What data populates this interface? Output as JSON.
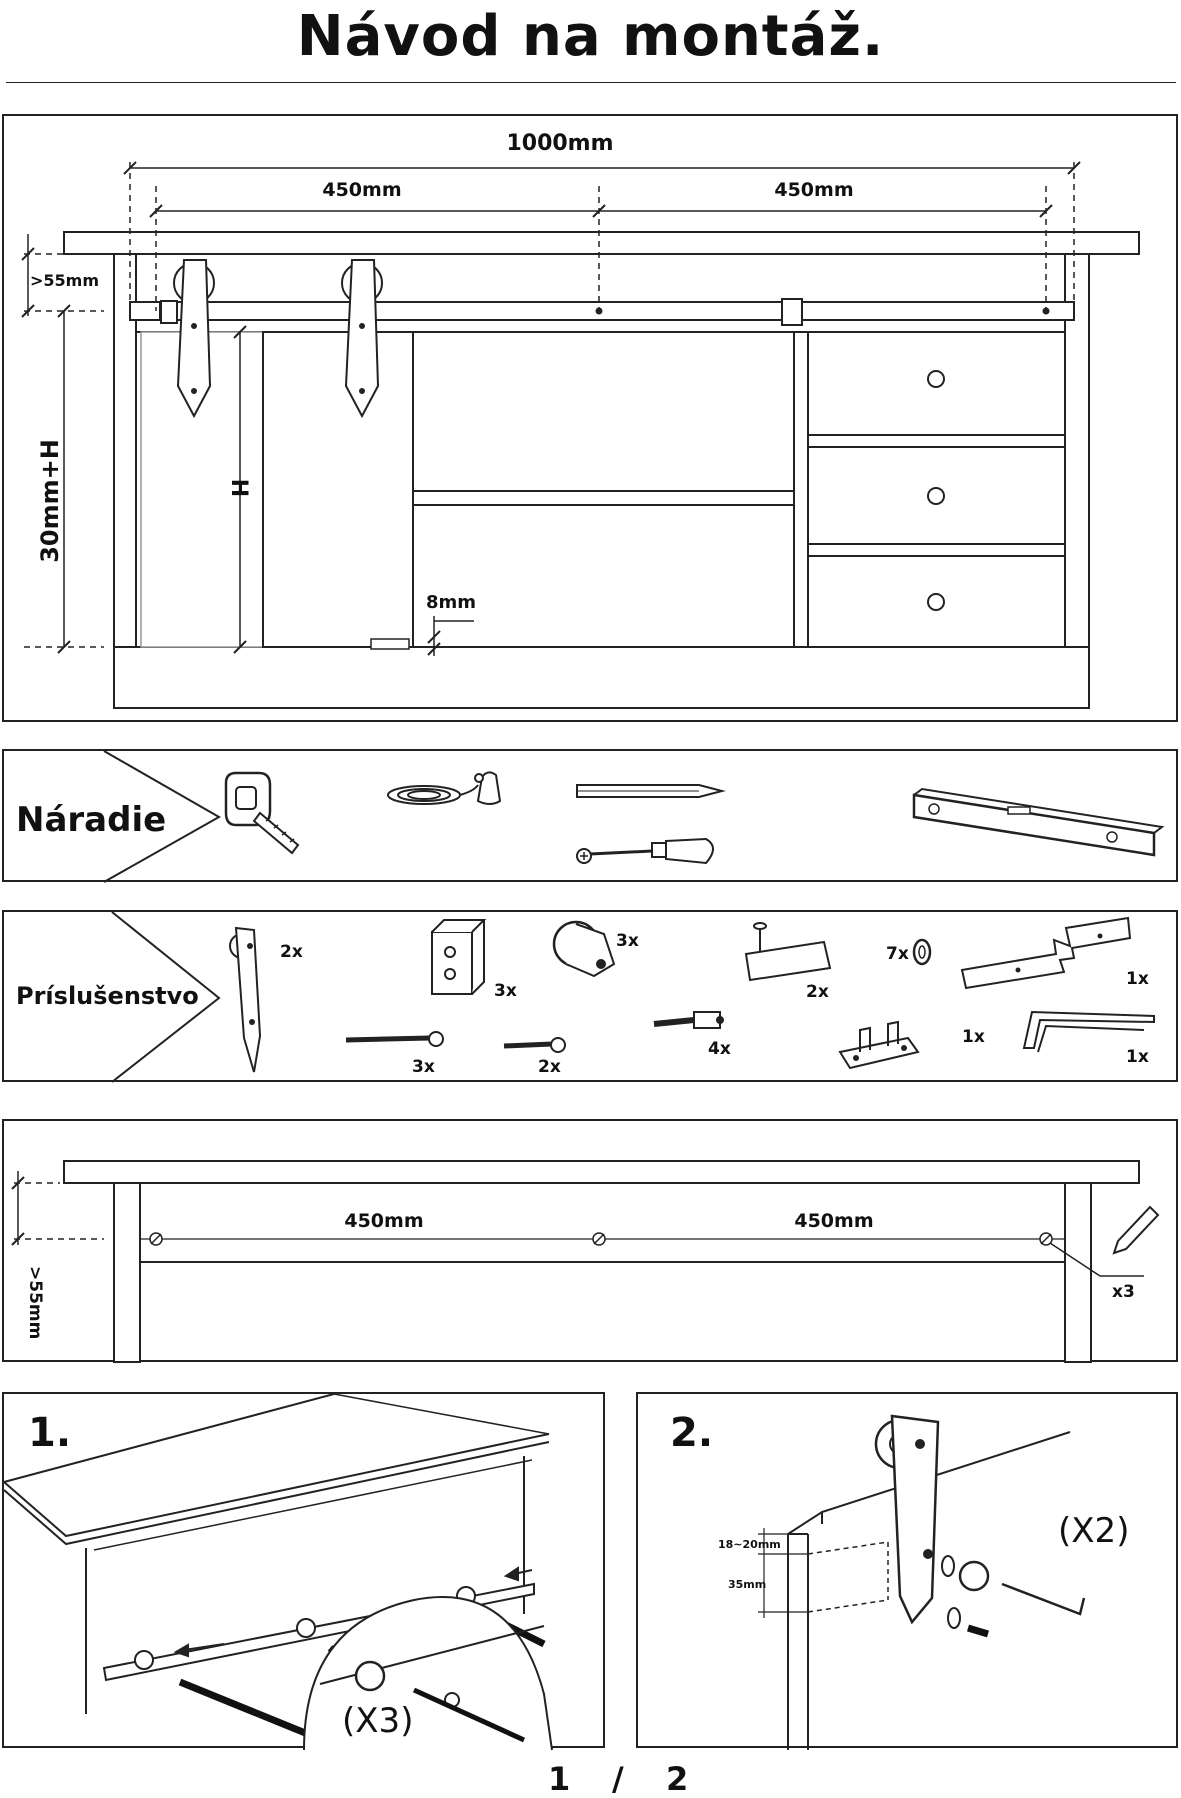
{
  "title": "Návod na montáž.",
  "diagram": {
    "total_width": "1000mm",
    "half_left": "450mm",
    "half_right": "450mm",
    "top_gap": ">55mm",
    "height_label": "30mm+H",
    "door_height": "H",
    "floor_gap": "8mm"
  },
  "tools": {
    "heading": "Náradie",
    "items": [
      "tape-measure",
      "chalk-line",
      "pencil",
      "screwdriver",
      "spirit-level"
    ]
  },
  "accessories": {
    "heading": "Príslušenstvo",
    "items": [
      {
        "name": "hanger-strap",
        "qty": "2x"
      },
      {
        "name": "rail-joint",
        "qty": "3x"
      },
      {
        "name": "spacer",
        "qty": "3x"
      },
      {
        "name": "stopper",
        "qty": "2x"
      },
      {
        "name": "washer",
        "qty": "7x"
      },
      {
        "name": "rail",
        "qty": "1x"
      },
      {
        "name": "long-screw",
        "qty": "3x"
      },
      {
        "name": "short-screw",
        "qty": "2x"
      },
      {
        "name": "socket-bolt",
        "qty": "4x"
      },
      {
        "name": "floor-guide",
        "qty": "1x"
      },
      {
        "name": "hex-key",
        "qty": "1x"
      }
    ]
  },
  "marking": {
    "left": "450mm",
    "right": "450mm",
    "gap": ">55mm",
    "count": "x3"
  },
  "step1": {
    "number": "1.",
    "repeat": "(X3)"
  },
  "step2": {
    "number": "2.",
    "repeat": "(X2)",
    "top_offset": "18~20mm",
    "spacing": "35mm"
  },
  "pager": {
    "current": "1",
    "separator": "/",
    "total": "2"
  }
}
